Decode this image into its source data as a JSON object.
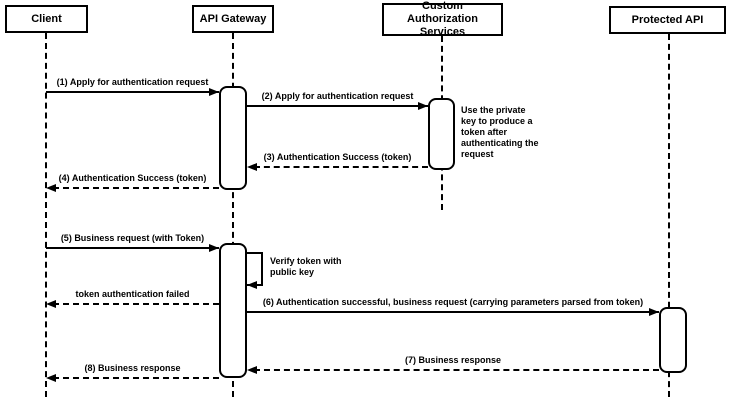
{
  "participants": [
    {
      "label": "Client"
    },
    {
      "label": "API Gateway"
    },
    {
      "label": "Custom Authorization Services"
    },
    {
      "label": "Protected API"
    }
  ],
  "messages": [
    {
      "label": "(1) Apply for authentication request",
      "from": "Client",
      "to": "API Gateway",
      "style": "solid"
    },
    {
      "label": "(2) Apply for authentication request",
      "from": "API Gateway",
      "to": "Custom Authorization Services",
      "style": "solid"
    },
    {
      "label": "(3) Authentication Success (token)",
      "from": "Custom Authorization Services",
      "to": "API Gateway",
      "style": "dashed"
    },
    {
      "label": "(4) Authentication Success (token)",
      "from": "API Gateway",
      "to": "Client",
      "style": "dashed"
    },
    {
      "label": "(5) Business request (with Token)",
      "from": "Client",
      "to": "API Gateway",
      "style": "solid"
    },
    {
      "label": "Verify token with public key",
      "from": "API Gateway",
      "to": "API Gateway",
      "style": "self"
    },
    {
      "label": "token authentication failed",
      "from": "API Gateway",
      "to": "Client",
      "style": "dashed"
    },
    {
      "label": "(6) Authentication successful, business request (carrying parameters parsed from token)",
      "from": "API Gateway",
      "to": "Protected API",
      "style": "solid"
    },
    {
      "label": "(7) Business response",
      "from": "Protected API",
      "to": "API Gateway",
      "style": "dashed"
    },
    {
      "label": "(8) Business response",
      "from": "API Gateway",
      "to": "Client",
      "style": "dashed"
    }
  ],
  "note": {
    "text": "Use the private key to produce a token after authenticating the request"
  },
  "colors": {
    "line": "#000000",
    "box_fill": "#ffffff",
    "box_border": "#000000",
    "background": "#ffffff"
  }
}
